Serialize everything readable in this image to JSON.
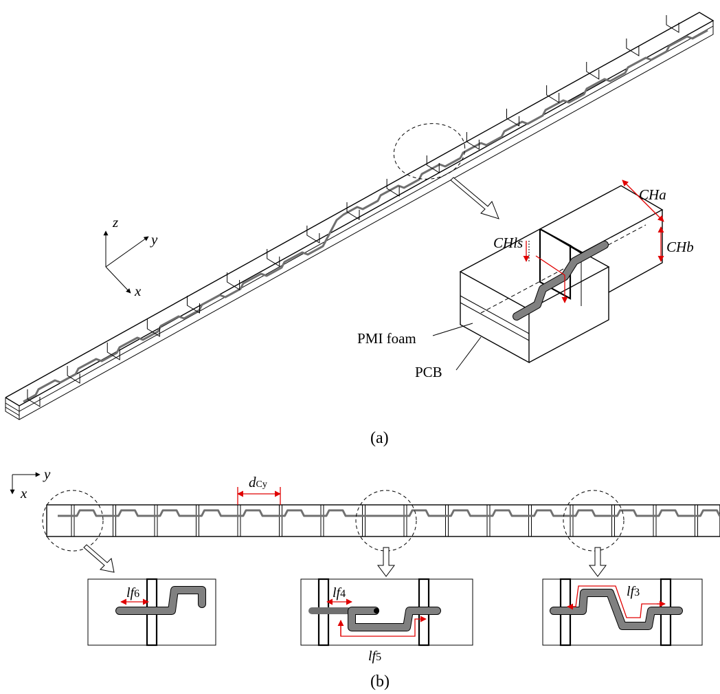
{
  "labels": {
    "panel_a": "(a)",
    "panel_b": "(b)",
    "axis_a_z": "z",
    "axis_a_y": "y",
    "axis_a_x": "x",
    "axis_b_y": "y",
    "axis_b_x": "x",
    "cha_main": "CH",
    "cha_sub": "a",
    "chb_main": "CH",
    "chb_sub": "b",
    "chls_main": "CH",
    "chls_sub": "ls",
    "pmi_foam": "PMI foam",
    "pcb": "PCB",
    "dcy_main": "d",
    "dcy_sub": "Cy",
    "lf6_main": "lf",
    "lf6_sub": "6",
    "lf4_main": "lf",
    "lf4_sub": "4",
    "lf5_main": "lf",
    "lf5_sub": "5",
    "lf3_main": "lf",
    "lf3_sub": "3"
  },
  "colors": {
    "dimension": "#e00000",
    "trace": "#707070",
    "outline": "#000000"
  }
}
